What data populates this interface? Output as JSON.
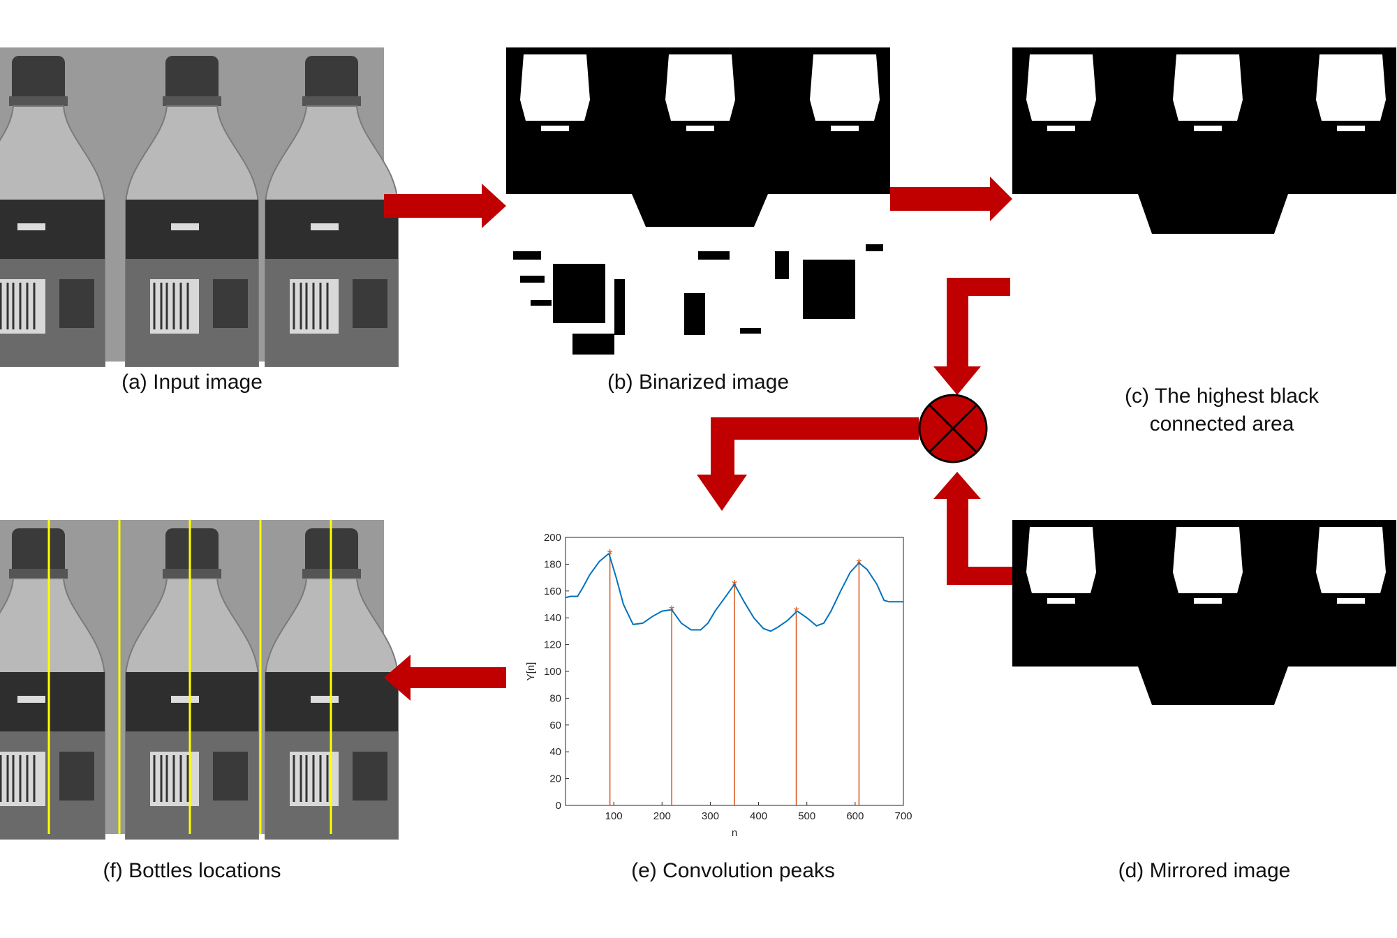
{
  "captions": {
    "a": "(a) Input image",
    "b": "(b) Binarized image",
    "c_line1": "(c) The highest black",
    "c_line2": "connected area",
    "d": "(d) Mirrored image",
    "e": "(e) Convolution peaks",
    "f": "(f) Bottles locations"
  },
  "colors": {
    "arrow": "#c00000",
    "highlight": "#ffff00",
    "curve": "#0072bd",
    "peak": "#d95319"
  },
  "operator_icon": "multiply-circle-icon",
  "chart_data": {
    "type": "line",
    "title": "",
    "xlabel": "n",
    "ylabel": "Y[n]",
    "xlim": [
      0,
      700
    ],
    "ylim": [
      0,
      200
    ],
    "xticks": [
      100,
      200,
      300,
      400,
      500,
      600,
      700
    ],
    "yticks": [
      0,
      20,
      40,
      60,
      80,
      100,
      120,
      140,
      160,
      180,
      200
    ],
    "series": [
      {
        "x": [
          0,
          10,
          25,
          35,
          50,
          70,
          90,
          105,
          120,
          140,
          160,
          180,
          200,
          220,
          240,
          260,
          280,
          295,
          310,
          330,
          350,
          370,
          390,
          410,
          425,
          440,
          460,
          480,
          500,
          520,
          535,
          550,
          570,
          590,
          608,
          625,
          645,
          660,
          670,
          685,
          700
        ],
        "y": [
          155,
          156,
          156,
          162,
          172,
          182,
          188,
          170,
          150,
          135,
          136,
          141,
          145,
          146,
          136,
          131,
          131,
          136,
          145,
          155,
          165,
          152,
          140,
          132,
          130,
          133,
          138,
          145,
          140,
          134,
          136,
          145,
          160,
          174,
          181,
          176,
          165,
          153,
          152,
          152,
          152
        ]
      }
    ],
    "peaks": [
      {
        "x": 92,
        "y": 188
      },
      {
        "x": 220,
        "y": 146
      },
      {
        "x": 350,
        "y": 165
      },
      {
        "x": 478,
        "y": 145
      },
      {
        "x": 608,
        "y": 181
      }
    ]
  }
}
